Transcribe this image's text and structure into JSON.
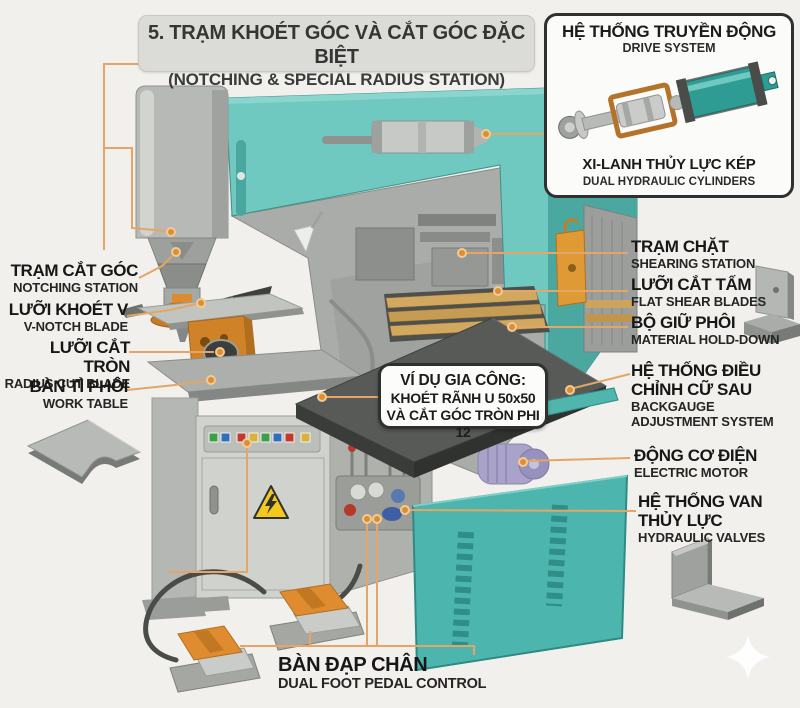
{
  "title": {
    "line1_vi": "5. TRẠM KHOÉT GÓC VÀ CẮT GÓC ĐẶC BIỆT",
    "line2_en": "(NOTCHING & SPECIAL RADIUS STATION)"
  },
  "drive_system_box": {
    "title_vi": "HỆ THỐNG TRUYỀN ĐỘNG",
    "title_en": "DRIVE SYSTEM",
    "caption_vi": "XI-LANH THỦY LỰC KÉP",
    "caption_en": "DUAL HYDRAULIC CYLINDERS"
  },
  "example_callout": {
    "line1": "VÍ DỤ GIA CÔNG:",
    "line2": "KHOÉT RÃNH U 50x50",
    "line3": "VÀ CẮT GÓC TRÒN PHI 12"
  },
  "labels": {
    "left": [
      {
        "vi": "TRẠM CẮT GÓC",
        "en": "NOTCHING STATION"
      },
      {
        "vi": "LƯỠI KHOÉT V",
        "en": "V-NOTCH BLADE"
      },
      {
        "vi": "LƯỠI CẮT TRÒN",
        "en": "RADIUS CUT BLADE"
      },
      {
        "vi": "BÀN TÌ PHÔI",
        "en": "WORK TABLE"
      }
    ],
    "right": [
      {
        "vi": "TRẠM CHẶT",
        "en": "SHEARING STATION"
      },
      {
        "vi": "LƯỠI CẮT TẤM",
        "en": "FLAT SHEAR BLADES"
      },
      {
        "vi": "BỘ GIỮ PHÔI",
        "en": "MATERIAL HOLD-DOWN"
      },
      {
        "vi": "HỆ THỐNG ĐIỀU CHỈNH CỮ SAU",
        "en": "BACKGAUGE ADJUSTMENT SYSTEM"
      },
      {
        "vi": "ĐỘNG CƠ ĐIỆN",
        "en": "ELECTRIC MOTOR"
      },
      {
        "vi": "HỆ THỐNG VAN THỦY LỰC",
        "en": "HYDRAULIC VALVES"
      }
    ],
    "bottom": {
      "vi": "BÀN ĐẠP CHÂN",
      "en": "DUAL FOOT PEDAL CONTROL"
    }
  },
  "icons": {
    "warning_triangle": "high-voltage-warning-icon",
    "sparkle": "sparkle-icon"
  },
  "colors": {
    "background": "#F1F0ED",
    "machine_teal": "#6FC9C1",
    "machine_teal_dark": "#4AA8A1",
    "side_panel_teal": "#4CB6AE",
    "accent_orange": "#D98A2E",
    "leader_orange": "#E3A666",
    "warning_yellow": "#F4C81F",
    "motor_purple": "#A9A3CA",
    "metal_gray": "#A9ACA8",
    "dark_plate": "#585A58"
  }
}
